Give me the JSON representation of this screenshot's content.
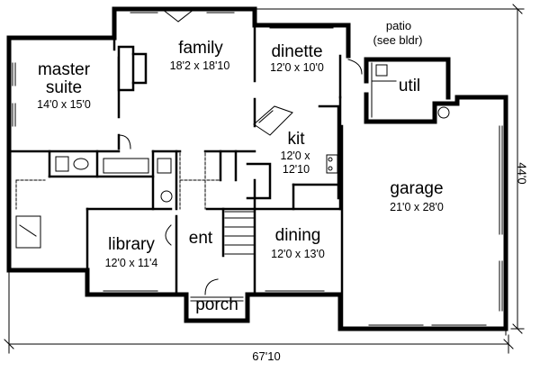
{
  "rooms": [
    {
      "id": "master",
      "name_lines": [
        "master",
        "suite"
      ],
      "dim": "14'0 x 15'0"
    },
    {
      "id": "family",
      "name_lines": [
        "family"
      ],
      "dim": "18'2 x 18'10"
    },
    {
      "id": "dinette",
      "name_lines": [
        "dinette"
      ],
      "dim": "12'0 x 10'0"
    },
    {
      "id": "kit",
      "name_lines": [
        "kit"
      ],
      "dim_lines": [
        "12'0 x",
        "12'10"
      ]
    },
    {
      "id": "util",
      "name_lines": [
        "util"
      ]
    },
    {
      "id": "garage",
      "name_lines": [
        "garage"
      ],
      "dim": "21'0 x 28'0"
    },
    {
      "id": "library",
      "name_lines": [
        "library"
      ],
      "dim": "12'0 x 11'4"
    },
    {
      "id": "ent",
      "name_lines": [
        "ent"
      ]
    },
    {
      "id": "dining",
      "name_lines": [
        "dining"
      ],
      "dim": "12'0 x 13'0"
    },
    {
      "id": "porch",
      "name_lines": [
        "porch"
      ]
    }
  ],
  "patio": {
    "name": "patio",
    "note": "(see bldr)"
  },
  "overall": {
    "width": "67'10",
    "depth": "44'0"
  },
  "colors": {
    "wall": "#000000",
    "line": "#000000",
    "background": "#ffffff"
  }
}
